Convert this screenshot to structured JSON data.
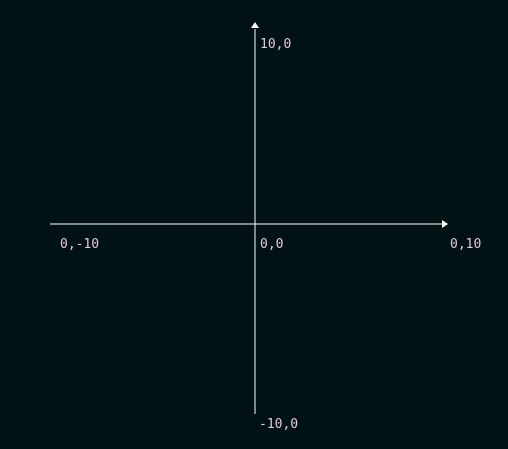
{
  "colors": {
    "background": "#001216",
    "axis": "#ffffff",
    "label": "#e6c8d6"
  },
  "axes": {
    "y_max_label": "10,0",
    "y_min_label": "-10,0",
    "x_min_label": "0,-10",
    "x_max_label": "0,10",
    "origin_label": "0,0"
  }
}
